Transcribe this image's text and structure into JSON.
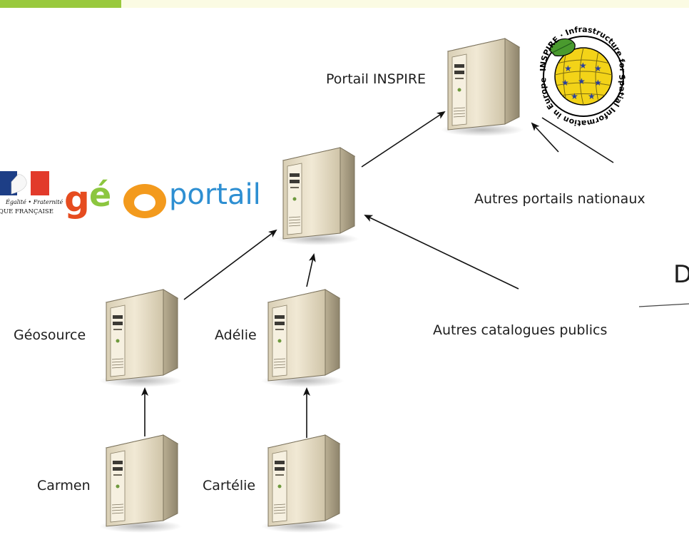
{
  "nodes": {
    "inspire": "Portail INSPIRE",
    "geosource": "Géosource",
    "adelie": "Adélie",
    "carmen": "Carmen",
    "cartelie": "Cartélie"
  },
  "external_sources": {
    "national_portals": "Autres portails nationaux",
    "public_catalogs": "Autres catalogues publics"
  },
  "logos": {
    "geoportail": {
      "g": "g",
      "e": "é",
      "o": "O",
      "rest": "portail"
    },
    "republique": {
      "motto": "Égalité • Fraternité",
      "name": "QUE FRANÇAISE"
    },
    "inspire_seal": {
      "ring_text": "INSPIRE · Infrastructure for Spatial Information in Europe"
    }
  },
  "cropped_heading_letter": "D",
  "colors": {
    "top_bar_left": "#99c93d",
    "top_bar_right": "#fbfbe3",
    "server_light": "#ece3cd",
    "server_dark": "#9e937a",
    "geoportail_g": "#e64c1f",
    "geoportail_e": "#8cc63f",
    "geoportail_o": "#f39a1d",
    "geoportail_text": "#2e8fd2"
  }
}
